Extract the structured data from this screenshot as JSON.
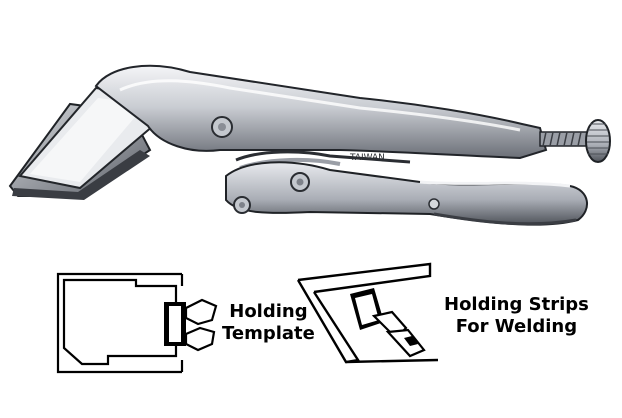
{
  "captions": {
    "holding_template": [
      "Holding",
      "Template"
    ],
    "holding_strips": [
      "Holding Strips",
      "For Welding"
    ]
  },
  "tool": {
    "stamp_text": "TAIWAN"
  },
  "colors": {
    "ink": "#000000",
    "metal_light": "#e4e6ea",
    "metal_mid": "#b8bcc3",
    "metal_dark": "#5c6068",
    "background": "#ffffff"
  }
}
